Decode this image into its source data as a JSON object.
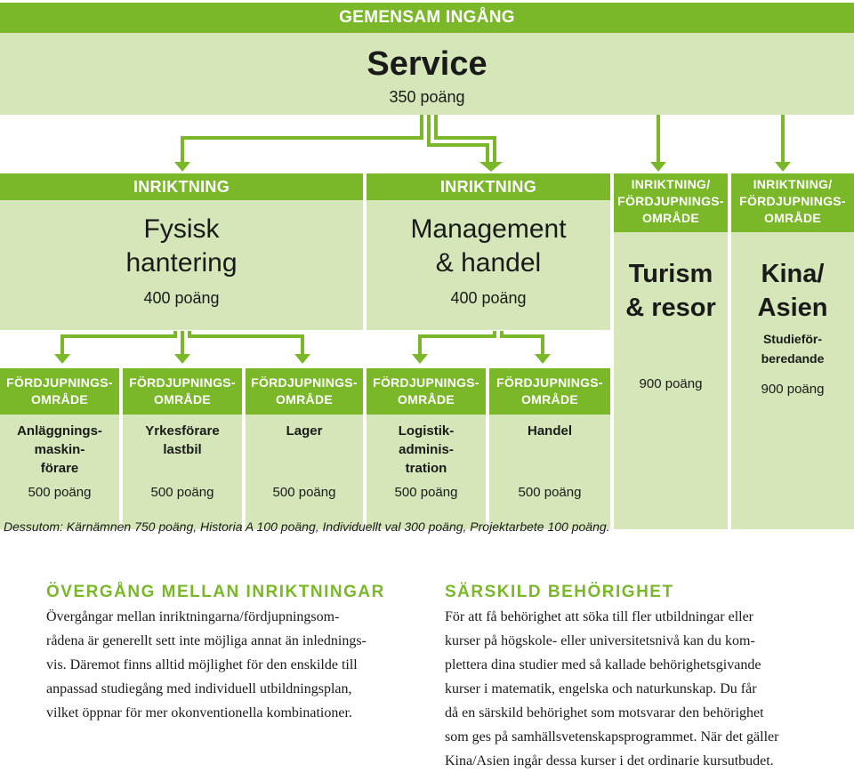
{
  "top": {
    "header": "GEMENSAM INGÅNG",
    "title": "Service",
    "points": "350 poäng"
  },
  "branches": [
    {
      "header": "INRIKTNING",
      "title_line1": "Fysisk",
      "title_line2": "hantering",
      "points": "400 poäng"
    },
    {
      "header": "INRIKTNING",
      "title_line1": "Management",
      "title_line2": "& handel",
      "points": "400 poäng"
    },
    {
      "header_line1": "INRIKTNING/",
      "header_line2": "FÖRDJUPNINGS-",
      "header_line3": "OMRÅDE",
      "title_line1": "Turism",
      "title_line2": "& resor",
      "points": "900 poäng"
    },
    {
      "header_line1": "INRIKTNING/",
      "header_line2": "FÖRDJUPNINGS-",
      "header_line3": "OMRÅDE",
      "title_line1": "Kina/",
      "title_line2": "Asien",
      "note_line1": "Studieför-",
      "note_line2": "beredande",
      "points": "900 poäng"
    }
  ],
  "specializations": [
    {
      "header_line1": "FÖRDJUPNINGS-",
      "header_line2": "OMRÅDE",
      "name_line1": "Anläggnings-",
      "name_line2": "maskin-",
      "name_line3": "förare",
      "points": "500 poäng"
    },
    {
      "header_line1": "FÖRDJUPNINGS-",
      "header_line2": "OMRÅDE",
      "name_line1": "Yrkesförare",
      "name_line2": "lastbil",
      "name_line3": "",
      "points": "500 poäng"
    },
    {
      "header_line1": "FÖRDJUPNINGS-",
      "header_line2": "OMRÅDE",
      "name_line1": "Lager",
      "name_line2": "",
      "name_line3": "",
      "points": "500 poäng"
    },
    {
      "header_line1": "FÖRDJUPNINGS-",
      "header_line2": "OMRÅDE",
      "name_line1": "Logistik-",
      "name_line2": "adminis-",
      "name_line3": "tration",
      "points": "500 poäng"
    },
    {
      "header_line1": "FÖRDJUPNINGS-",
      "header_line2": "OMRÅDE",
      "name_line1": "Handel",
      "name_line2": "",
      "name_line3": "",
      "points": "500 poäng"
    }
  ],
  "footnote": "Dessutom: Kärnämnen 750 poäng, Historia A 100 poäng, Individuellt val 300 poäng, Projektarbete 100 poäng.",
  "info": [
    {
      "heading": "ÖVERGÅNG MELLAN INRIKTNINGAR",
      "lines": [
        "Övergångar mellan inriktningarna/fördjupningsom-",
        "rådena är generellt sett inte möjliga annat än inlednings-",
        "vis. Däremot finns alltid möjlighet för den enskilde till",
        "anpassad studiegång med individuell utbildningsplan,",
        "vilket öppnar för mer okonventionella kombinationer."
      ]
    },
    {
      "heading": "SÄRSKILD BEHÖRIGHET",
      "lines": [
        "För att få behörighet att söka till fler utbildningar eller",
        "kurser på högskole- eller universitetsnivå kan du kom-",
        "plettera dina studier med så kallade behörighetsgivande",
        "kurser i matematik, engelska och naturkunskap. Du får",
        "då en särskild behörighet som motsvarar den behörighet",
        "som ges på samhällsvetenskapsprogrammet. När det gäller",
        "Kina/Asien ingår dessa kurser i det ordinarie kursutbudet."
      ]
    }
  ],
  "colors": {
    "green": "#7ab829",
    "light_green": "#d5e7b8",
    "text": "#1a1a1a"
  }
}
